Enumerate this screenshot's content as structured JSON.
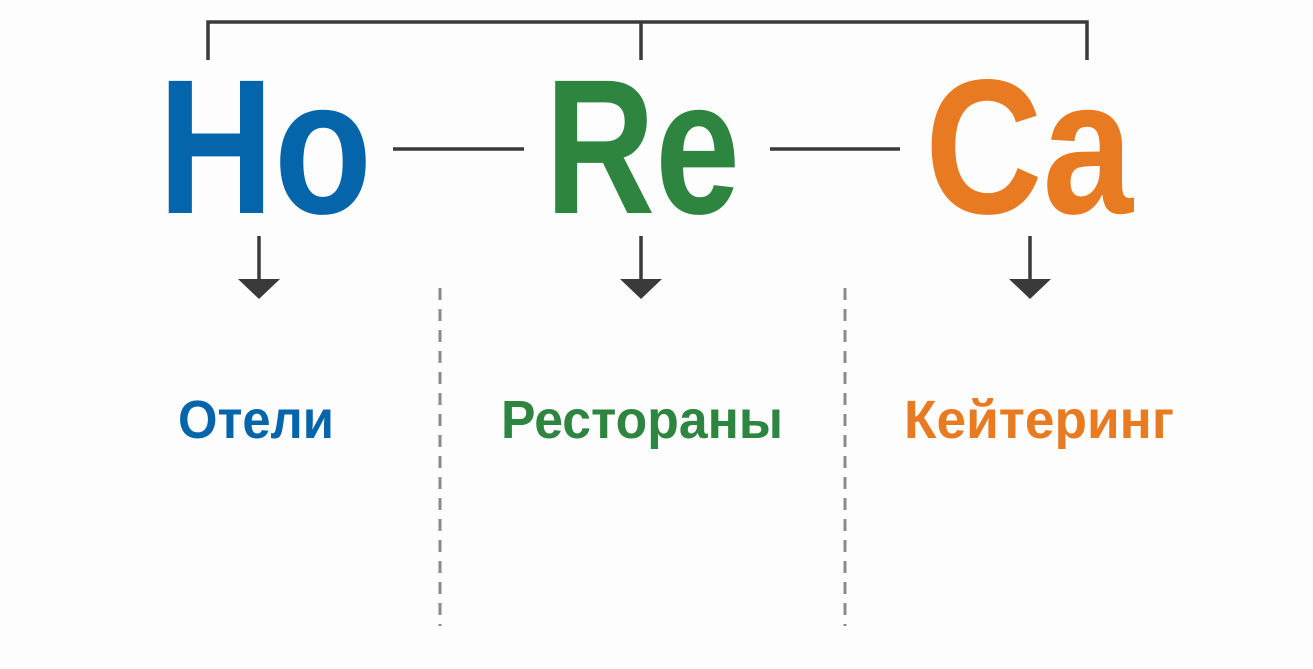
{
  "colors": {
    "ho": "#0565AA",
    "re": "#2E8540",
    "ca": "#E87A22",
    "line": "#3a3a3a",
    "dash": "#8a8a8a"
  },
  "acronym": {
    "parts": [
      {
        "text": "Ho",
        "label": "Отели"
      },
      {
        "text": "Re",
        "label": "Рестораны"
      },
      {
        "text": "Ca",
        "label": "Кейтеринг"
      }
    ]
  }
}
